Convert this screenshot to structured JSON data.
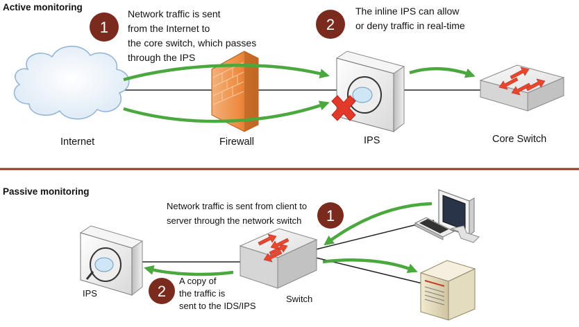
{
  "colors": {
    "badge": "#7b2a1e",
    "arrow_green": "#4aa83e",
    "divider": "#8a3a27",
    "deny_red": "#e23a2a",
    "switch_arrow_red": "#e8462e"
  },
  "active": {
    "title": "Active monitoring",
    "step1": {
      "number": "1",
      "lines": [
        "Network traffic is sent",
        "from the Internet to",
        "the core switch, which passes",
        "through the IPS"
      ]
    },
    "step2": {
      "number": "2",
      "lines": [
        "The inline IPS can allow",
        "or deny traffic in real-time"
      ]
    },
    "labels": {
      "internet": "Internet",
      "firewall": "Firewall",
      "ips": "IPS",
      "core_switch": "Core Switch"
    },
    "icons": [
      "cloud-icon",
      "firewall-icon",
      "ips-appliance-icon",
      "deny-x-icon",
      "core-switch-icon"
    ]
  },
  "passive": {
    "title": "Passive monitoring",
    "step1": {
      "number": "1",
      "lines": [
        "Network traffic is sent from client to",
        "server through the network switch"
      ]
    },
    "step2": {
      "number": "2",
      "lines": [
        "A copy of",
        "the traffic is",
        "sent to the IDS/IPS"
      ]
    },
    "labels": {
      "ips": "IPS",
      "switch": "Switch"
    },
    "icons": [
      "ips-appliance-icon",
      "switch-icon",
      "monitor-icon",
      "keyboard-icon",
      "server-icon"
    ]
  }
}
